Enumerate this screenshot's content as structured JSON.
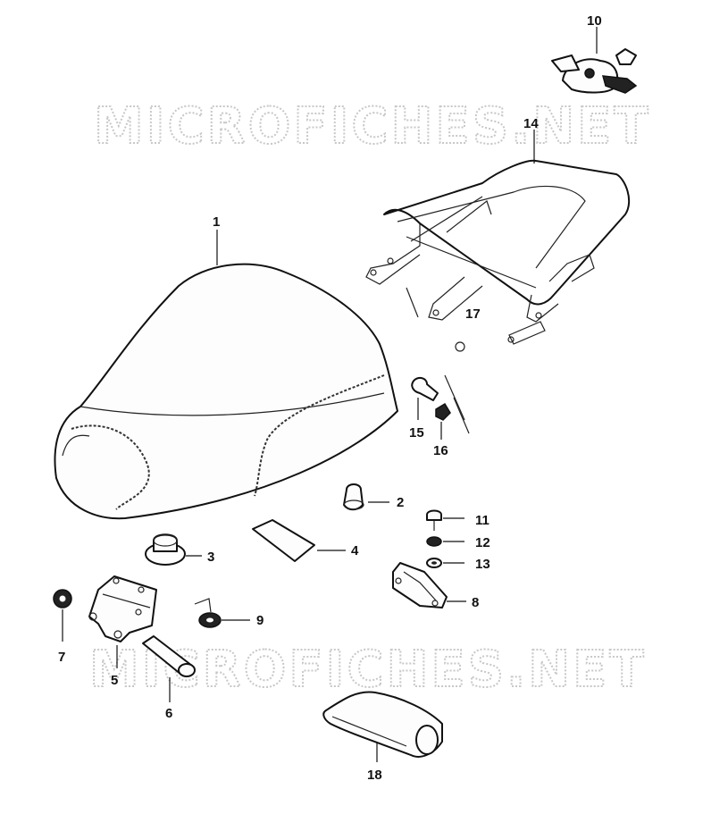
{
  "watermark": {
    "top": "MICROFICHES.NET",
    "bottom": "MICROFICHES.NET"
  },
  "callouts": {
    "p1": "1",
    "p2": "2",
    "p3": "3",
    "p4": "4",
    "p5": "5",
    "p6": "6",
    "p7": "7",
    "p8": "8",
    "p9": "9",
    "p10": "10",
    "p11": "11",
    "p12": "12",
    "p13": "13",
    "p14": "14",
    "p15": "15",
    "p16": "16",
    "p17": "17",
    "p18": "18"
  },
  "colors": {
    "line": "#111111",
    "watermark": "#c8c8c8",
    "background": "#ffffff"
  }
}
